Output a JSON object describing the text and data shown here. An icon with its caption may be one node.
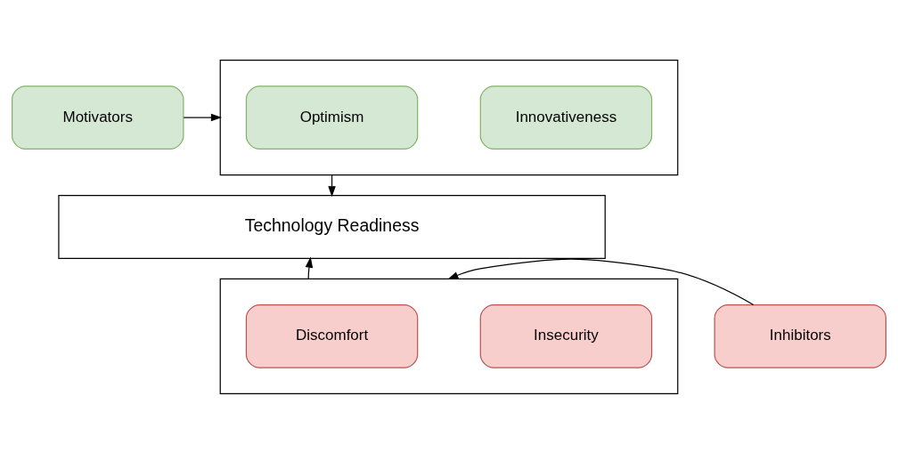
{
  "diagram": {
    "nodes": [
      {
        "text": [
          "Motivators"
        ]
      },
      {
        "text": [],
        "shape": "box"
      },
      {
        "text": [
          "Optimism"
        ],
        "in": 1
      },
      {
        "text": [
          "Innovativeness"
        ],
        "in": 1
      },
      {
        "text": [
          "Technology Readiness"
        ]
      },
      {
        "text": [
          "Inhibitors"
        ]
      },
      {
        "text": [],
        "shape": "box"
      },
      {
        "text": [
          "Discomfort"
        ],
        "in": 6
      },
      {
        "text": [
          "Insecurity"
        ],
        "in": 6
      }
    ],
    "edges": [
      {
        "from": 0,
        "to": 1,
        "arrow": "to"
      },
      {
        "from": 1,
        "to": 4,
        "arrow": "to"
      },
      {
        "from": 6,
        "to": 4,
        "arrow": "to"
      },
      {
        "from": 5,
        "to": 6,
        "arrow": "to"
      }
    ]
  }
}
